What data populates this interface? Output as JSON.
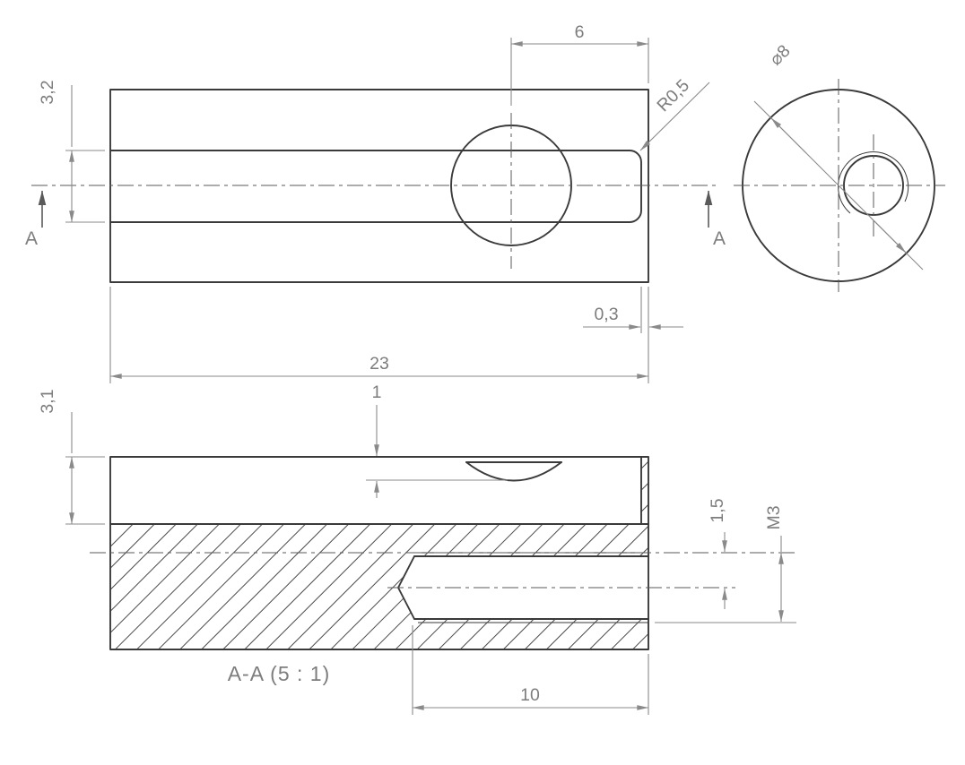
{
  "drawing": {
    "colors": {
      "background": "#ffffff",
      "edge_color": "#3a3a3a",
      "dim_color": "#8a8a8a",
      "centerline_color": "#5a5a5a",
      "hatch_color": "#4a4a4a",
      "text_color": "#7d7d7d"
    },
    "front_view": {
      "dim_slot_to_face": "6",
      "dim_bore": "3,2",
      "dim_fillet": "R0,5",
      "dim_end_wall": "0,3",
      "dim_length": "23",
      "section_label_left": "A",
      "section_label_right": "A"
    },
    "end_view": {
      "dim_diameter": "⌀8"
    },
    "section_view": {
      "title": "A-A (5 : 1)",
      "dim_depth_to_bore": "3,1",
      "dim_slot_depth": "1",
      "dim_offset": "1,5",
      "dim_thread": "M3",
      "dim_thread_depth": "10"
    }
  }
}
